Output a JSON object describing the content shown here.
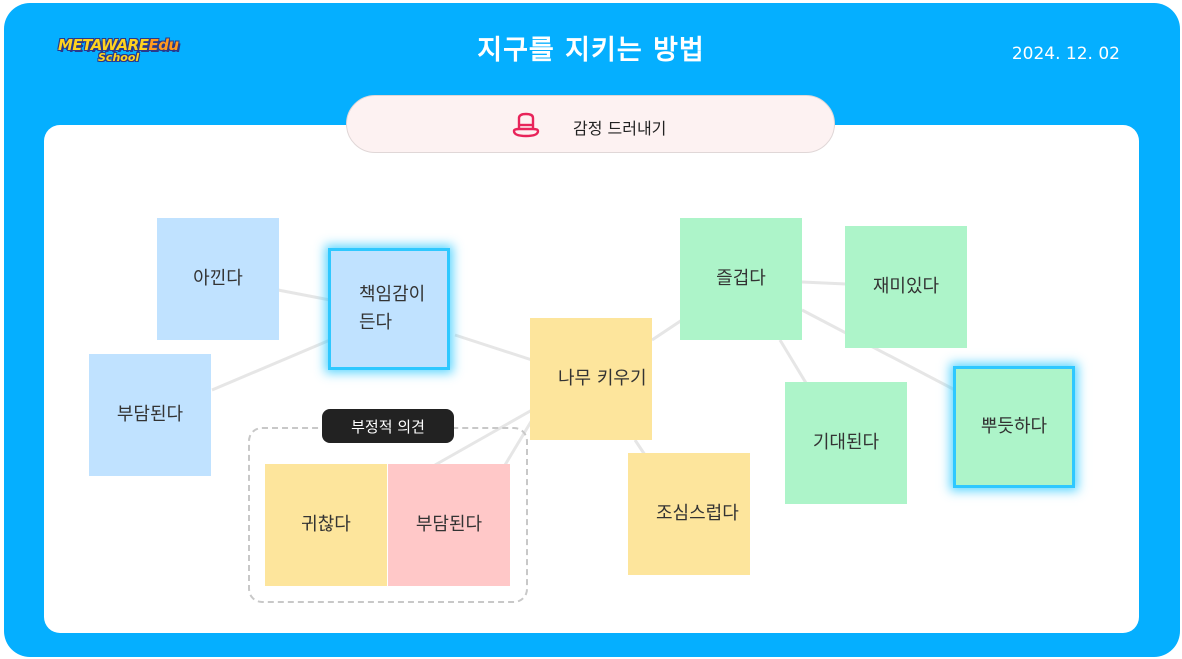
{
  "header": {
    "logo_main": "METAWARE",
    "logo_edu": "Edu",
    "logo_sub": "School",
    "title": "지구를 지키는 방법",
    "date": "2024. 12. 02"
  },
  "mode_pill": {
    "icon": "hat-icon",
    "label": "감정 드러내기"
  },
  "group": {
    "label": "부정적 의견"
  },
  "notes": {
    "akkinda": "아낀다",
    "chaegimgam": "책임감이 든다",
    "budamdoenda_1": "부담된다",
    "namu_kiugi": "나무 키우기",
    "jeulgeopda": "즐겁다",
    "jaemiitda": "재미있다",
    "gidaedoenda": "기대된다",
    "ppudeuthada": "뿌듯하다",
    "josimseureopda": "조심스럽다",
    "gwichanda": "귀찮다",
    "budamdoenda_2": "부담된다"
  },
  "colors": {
    "frame": "#05afff",
    "note_blue": "#c0e2ff",
    "note_green": "#adf4c9",
    "note_yellow": "#fde59c",
    "note_pink": "#ffc8c8",
    "highlight": "#2ec8ff"
  }
}
